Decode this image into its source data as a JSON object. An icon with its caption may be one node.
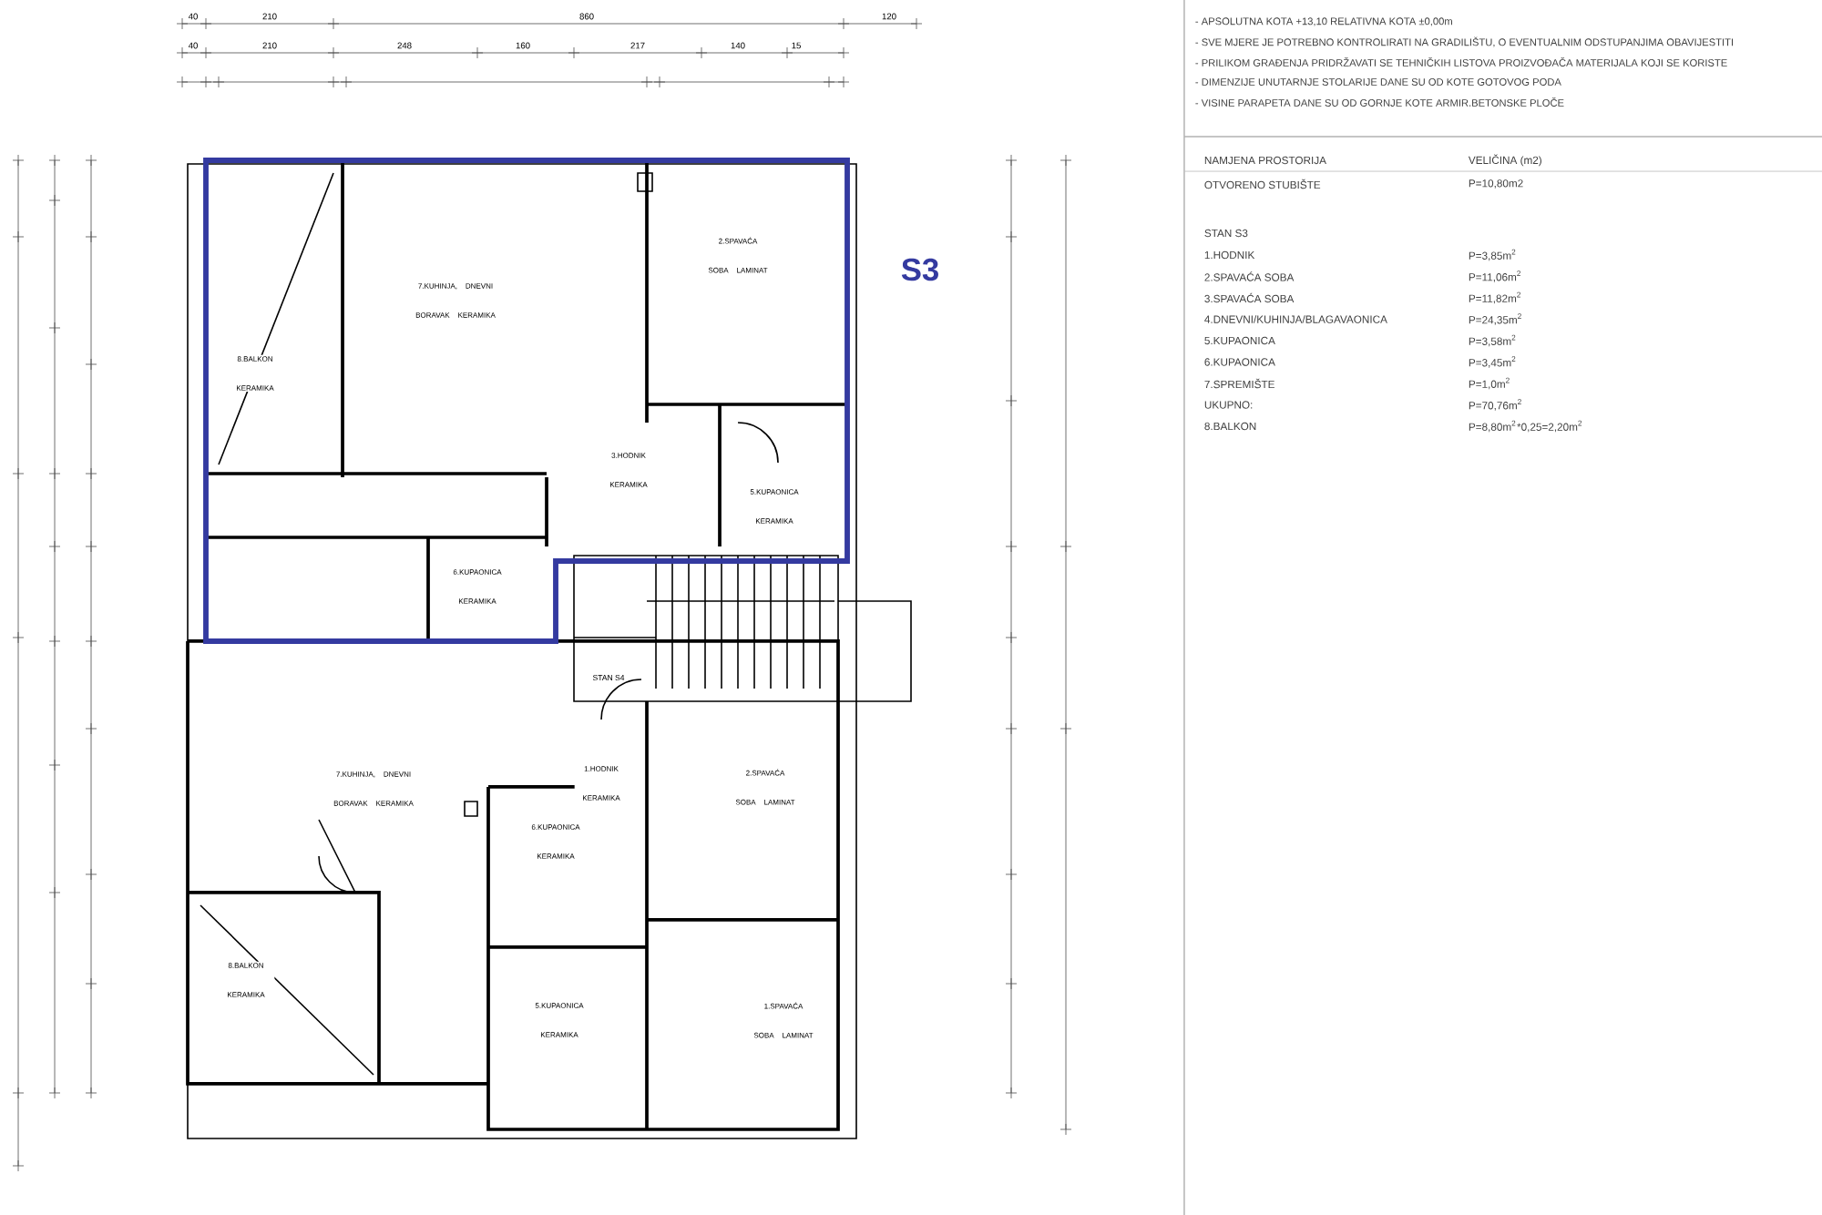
{
  "diagram": {
    "labels": [
      "S3",
      "40",
      "210",
      "860",
      "120",
      "40",
      "210",
      "248",
      "160",
      "217",
      "140",
      "15",
      "7.KUHINJA, DNEVNI BORAVAK KERAMIKA",
      "2.SPAVAĆA SOBA LAMINAT",
      "8.BALKON KERAMIKA",
      "3.HODNIK KERAMIKA",
      "6.KUPAONICA KERAMIKA",
      "5.KUPAONICA KERAMIKA",
      "STAN S4",
      "7.KUHINJA, DNEVNI BORAVAK KERAMIKA",
      "1.HODNIK KERAMIKA",
      "2.SPAVAĆA SOBA LAMINAT",
      "6.KUPAONICA KERAMIKA",
      "8.BALKON KERAMIKA",
      "5.KUPAONICA KERAMIKA",
      "1.SPAVAĆA SOBA LAMINAT",
      "- APSOLUTNA KOTA +13,10 RELATIVNA KOTA ±0,00m",
      "- SVE MJERE JE POTREBNO KONTROLIRATI NA GRADILIŠTU, O EVENTUALNIM ODSTUPANJIMA OBAVIJESTITI",
      "- PRILIKOM GRAĐENJA PRIDRŽAVATI SE TEHNIČKIH LISTOVA PROIZVOĐAČA MATERIJALA KOJI SE KORISTE",
      "- DIMENZIJE UNUTARNJE STOLARIJE DANE SU OD KOTE GOTOVOG PODA",
      "- VISINE PARAPETA DANE SU OD GORNJE KOTE ARMIR.BETONSKE PLOČE",
      "NAMJENA PROSTORIJA",
      "VELIČINA (m2)",
      "OTVORENO STUBIŠTE",
      "P=10,80m2",
      "STAN S3",
      "1.HODNIK",
      "P=3,85m$^{2}$",
      "2.SPAVAĆA SOBA",
      "P=11,06m$^{2}$",
      "3.SPAVAĆA SOBA",
      "P=11,82m$^{2}$",
      "4.DNEVNI/KUHINJA/BLAGAVAONICA",
      "P=24,35m$^{2}$",
      "5.KUPAONICA",
      "P=3,58m$^{2}$",
      "6.KUPAONICA",
      "P=3,45m$^{2}$",
      "7.SPREMIŠTE",
      "P=1,0m$^{2}$",
      "UKUPNO:",
      "P=70,76m$^{2}$",
      "8.BALKON",
      "P=8,80m$^{2}$*0,25=2,20m$^{2}$"
    ]
  }
}
